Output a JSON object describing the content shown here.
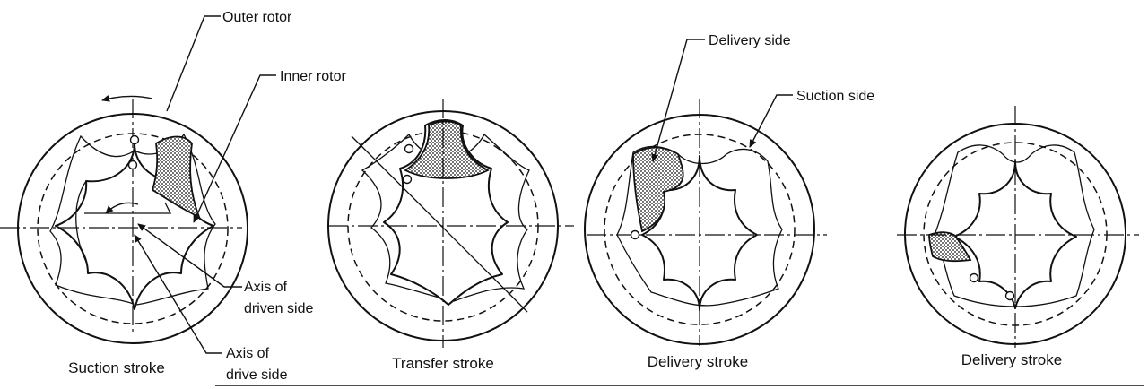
{
  "labels": {
    "outer_rotor": "Outer rotor",
    "inner_rotor": "Inner rotor",
    "axis_driven_1": "Axis of",
    "axis_driven_2": "driven side",
    "axis_drive_1": "Axis of",
    "axis_drive_2": "drive side",
    "delivery_side": "Delivery side",
    "suction_side": "Suction side"
  },
  "captions": {
    "stage1": "Suction stroke",
    "stage2": "Transfer stroke",
    "stage3": "Delivery stroke",
    "stage4": "Delivery stroke"
  },
  "colors": {
    "ink": "#111111",
    "paper": "#ffffff"
  }
}
